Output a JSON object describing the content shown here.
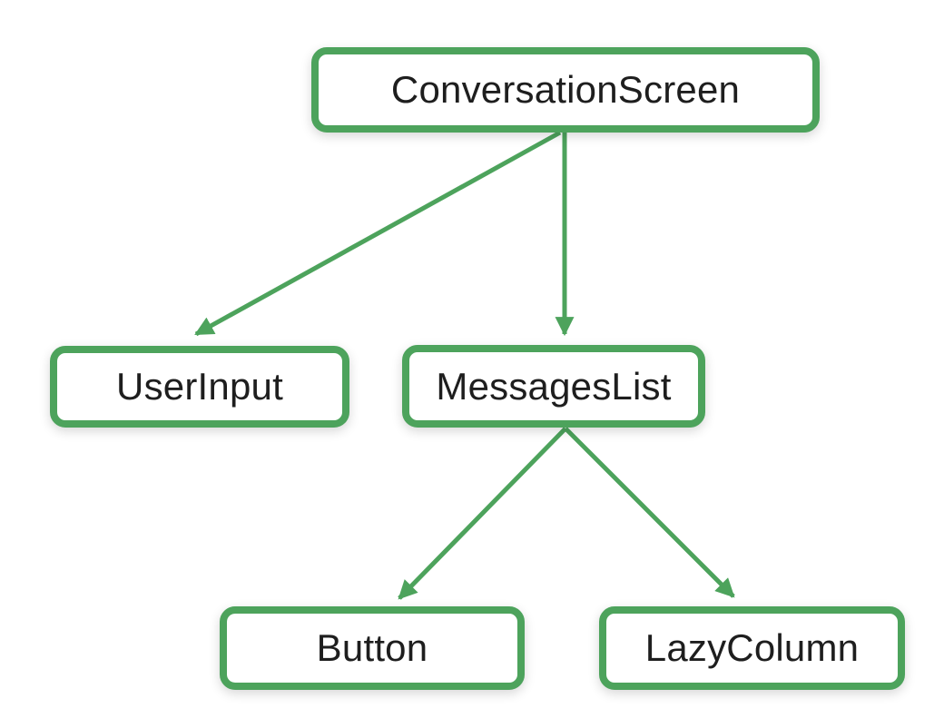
{
  "diagram": {
    "type": "component-tree",
    "title": "",
    "nodes": [
      {
        "id": "conversation-screen",
        "label": "ConversationScreen"
      },
      {
        "id": "user-input",
        "label": "UserInput"
      },
      {
        "id": "messages-list",
        "label": "MessagesList"
      },
      {
        "id": "button",
        "label": "Button"
      },
      {
        "id": "lazy-column",
        "label": "LazyColumn"
      }
    ],
    "edges": [
      {
        "from": "ConversationScreen",
        "to": "UserInput"
      },
      {
        "from": "ConversationScreen",
        "to": "MessagesList"
      },
      {
        "from": "MessagesList",
        "to": "Button"
      },
      {
        "from": "MessagesList",
        "to": "LazyColumn"
      }
    ],
    "colors": {
      "node_border": "#4DA35C",
      "arrow": "#4DA35C",
      "node_fill": "#ffffff",
      "text": "#1E1E1E",
      "background": "#ffffff"
    }
  }
}
